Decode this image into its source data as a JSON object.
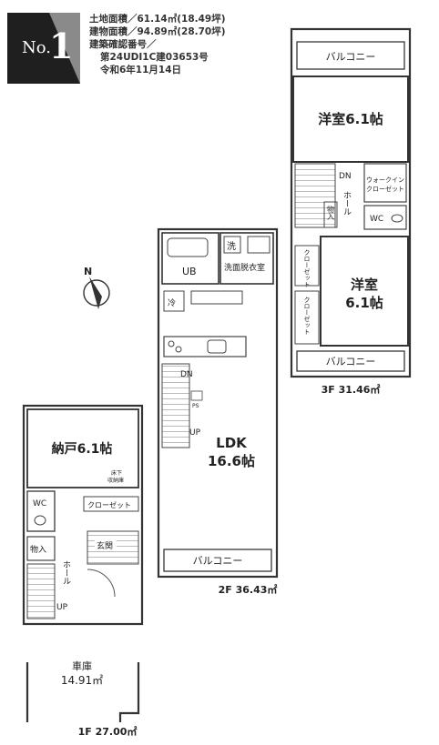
{
  "listing": {
    "number_prefix": "No.",
    "number": "1",
    "spec_lines": [
      "土地面積／61.14㎡(18.49坪)",
      "建物面積／94.89㎡(28.70坪)",
      "建築確認番号／",
      "第24UDI1C建03653号",
      "令和6年11月14日"
    ]
  },
  "floors": {
    "first": {
      "area_label": "1F 27.00㎡",
      "rooms": {
        "storage": "納戸6.1帖",
        "wc": "WC",
        "closet": "クローゼット",
        "underfloor": "床下",
        "underfloor2": "収納庫",
        "entrance": "玄関",
        "storage_in": "物入",
        "hall": "ホール",
        "stairs_up": "UP",
        "garage": "車庫",
        "garage_area": "14.91㎡"
      }
    },
    "second": {
      "area_label": "2F 36.43㎡",
      "rooms": {
        "bath": "UB",
        "wash": "洗",
        "washroom": "洗面脱衣室",
        "fridge": "冷",
        "ldk": "LDK",
        "ldk_size": "16.6帖",
        "stairs_dn": "DN",
        "stairs_up": "UP",
        "ps": "PS",
        "balcony": "バルコニー"
      }
    },
    "third": {
      "area_label": "3F 31.46㎡",
      "rooms": {
        "balcony_top": "バルコニー",
        "bedroom1": "洋室6.1帖",
        "stairs_dn": "DN",
        "hall": "ホール",
        "storage_in": "物入",
        "wic": "ウォークイン",
        "wic2": "クローゼット",
        "wc": "WC",
        "closet_left": "クローゼット",
        "closet_right": "クローゼット",
        "bedroom2": "洋室",
        "bedroom2_size": "6.1帖",
        "balcony_bottom": "バルコニー"
      }
    }
  },
  "compass": {
    "north_label": "N"
  }
}
